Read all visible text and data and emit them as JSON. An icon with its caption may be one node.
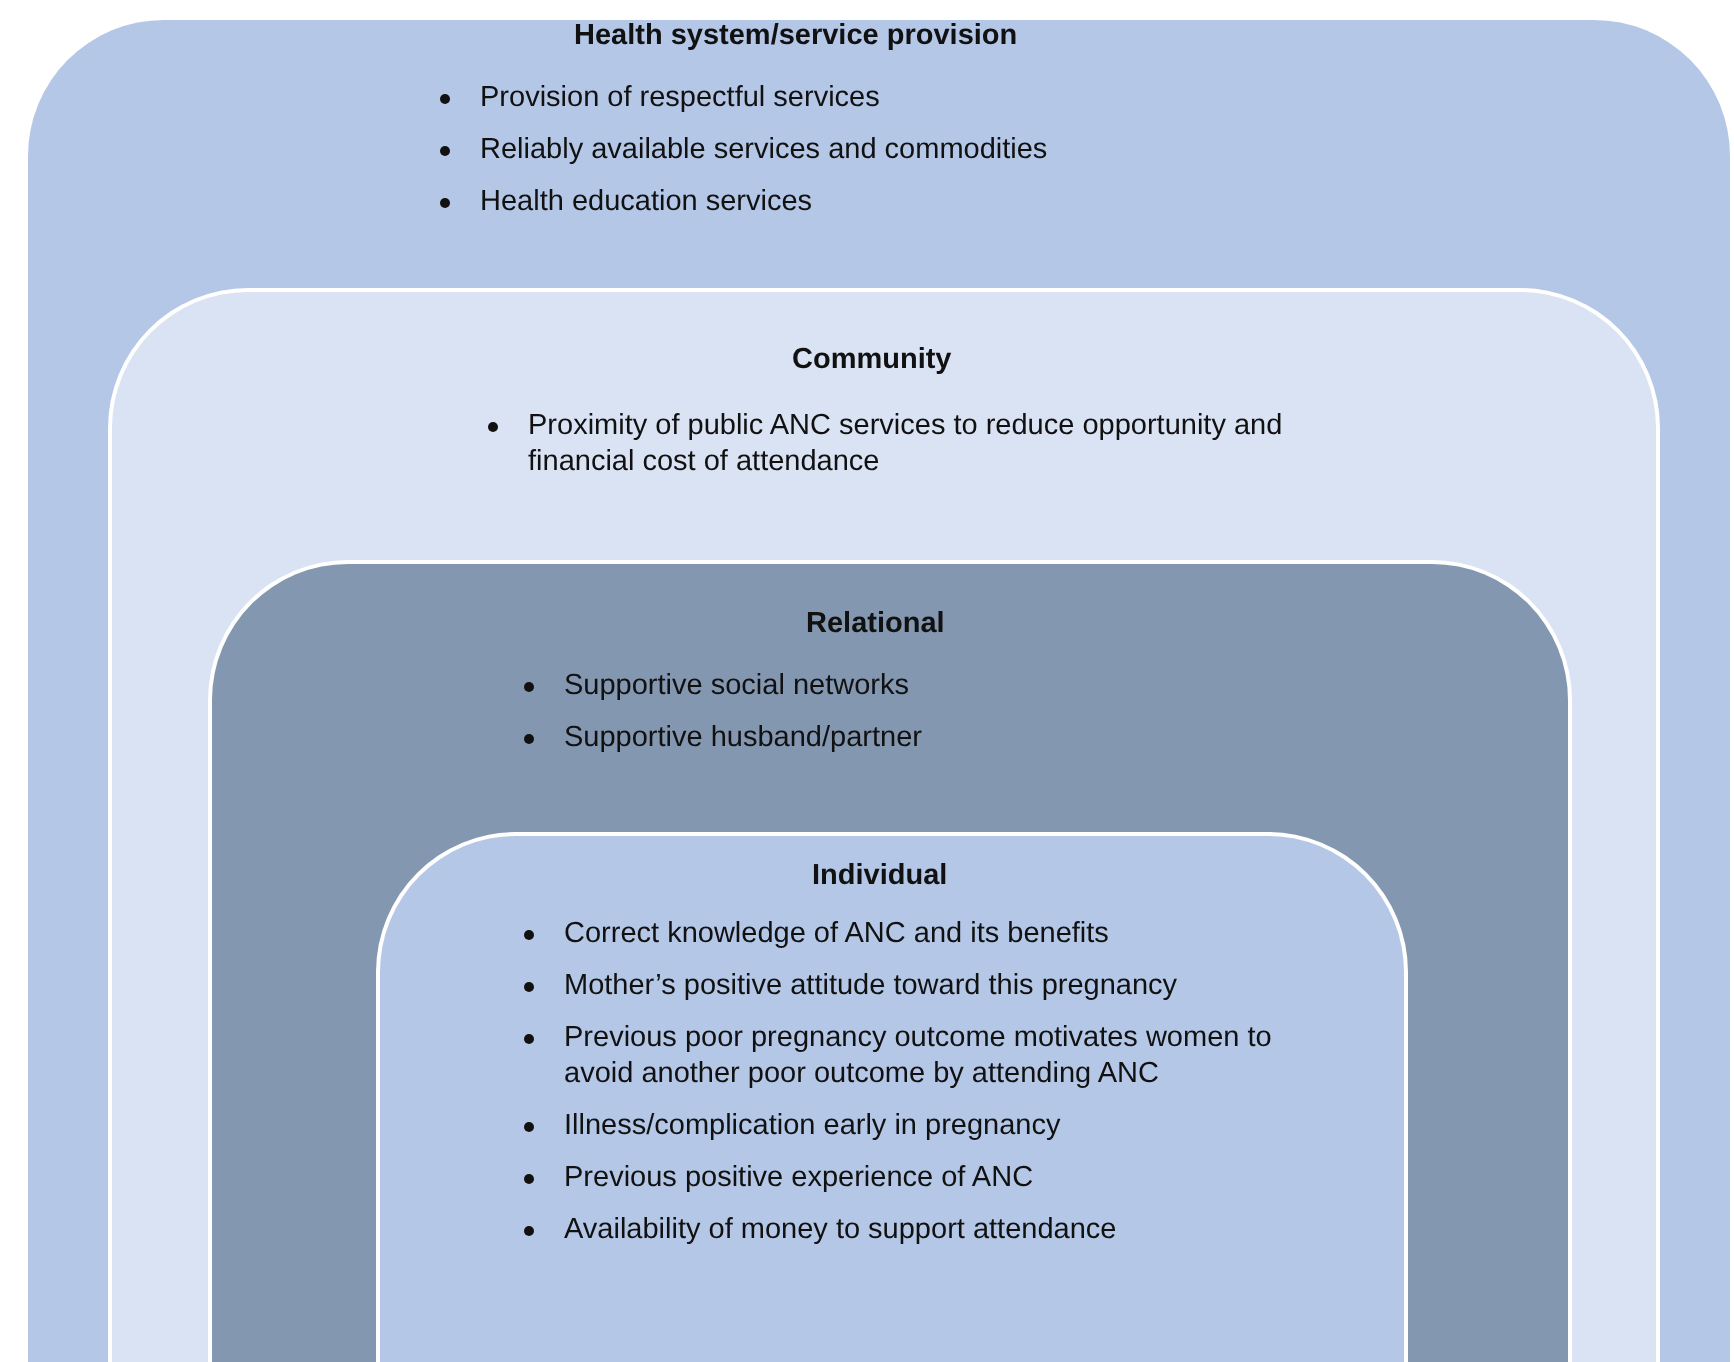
{
  "diagram": {
    "nodes": [
      {
        "text": [
          "Health system/service provision",
          "Provision of respectful services",
          "Reliably available services and commodities",
          "Health education services"
        ]
      },
      {
        "text": [
          "Community",
          "Proximity of public ANC services to reduce opportunity  and financial cost of attendance"
        ],
        "in": 0
      },
      {
        "text": [
          "Relational",
          "Supportive social networks",
          "Supportive husband/partner"
        ],
        "in": 1
      },
      {
        "text": [
          "Individual",
          "Correct knowledge of ANC and its benefits",
          "Mother’s positive attitude toward this pregnancy",
          "Previous poor pregnancy outcome motivates women to avoid another poor outcome by attending ANC",
          "Illness/complication early in pregnancy",
          "Previous positive experience of ANC",
          "Availability of money to support attendance"
        ],
        "in": 2
      }
    ]
  }
}
